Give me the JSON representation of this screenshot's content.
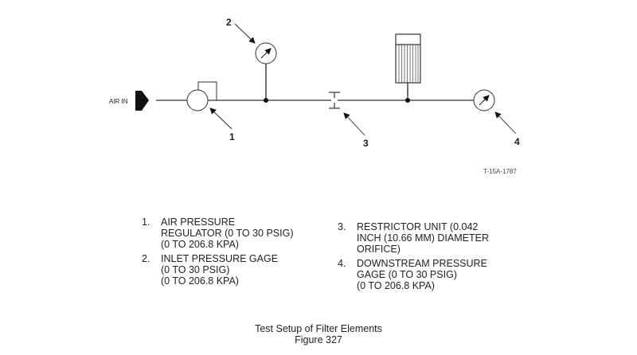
{
  "diagram": {
    "inlet_label": "AIR IN",
    "callouts": [
      "1",
      "2",
      "3",
      "4"
    ],
    "drawing_number": "T-15A-1787",
    "components": [
      {
        "id": 1,
        "name": "air-pressure-regulator",
        "icon": "regulator-icon"
      },
      {
        "id": 2,
        "name": "inlet-pressure-gage",
        "icon": "pressure-gauge-icon"
      },
      {
        "id": 3,
        "name": "restrictor-unit",
        "icon": "restrictor-icon"
      },
      {
        "id": 4,
        "name": "downstream-pressure-gage",
        "icon": "pressure-gauge-icon"
      },
      {
        "id": null,
        "name": "filter-element-housing",
        "icon": "filter-icon"
      }
    ]
  },
  "legend": {
    "items": [
      {
        "num": "1.",
        "text": "AIR PRESSURE\nREGULATOR (0 TO 30 PSIG)\n(0 TO 206.8 KPA)"
      },
      {
        "num": "2.",
        "text": "INLET PRESSURE GAGE\n(0 TO 30 PSIG)\n(0 TO 206.8 KPA)"
      },
      {
        "num": "3.",
        "text": "RESTRICTOR UNIT (0.042\nINCH (10.66 MM) DIAMETER\nORIFICE)"
      },
      {
        "num": "4.",
        "text": "DOWNSTREAM PRESSURE\nGAGE (0 TO 30 PSIG)\n(0 TO 206.8 KPA)"
      }
    ]
  },
  "caption": {
    "title": "Test Setup of Filter Elements",
    "figure": "Figure 327"
  }
}
